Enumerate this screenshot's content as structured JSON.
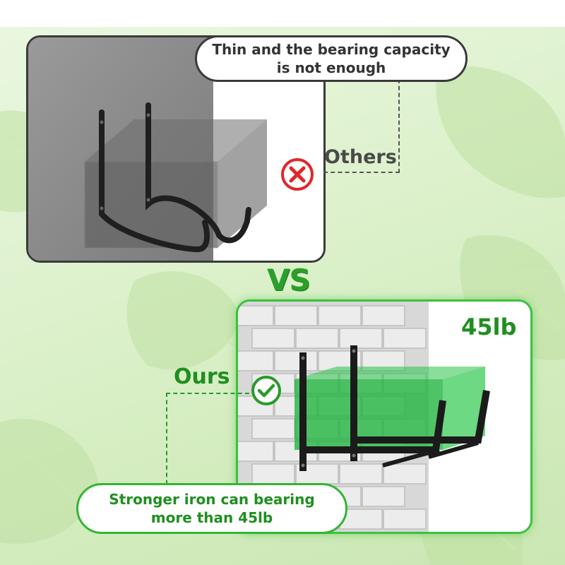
{
  "others": {
    "callout": "Thin and the bearing capacity\nis not enough",
    "label": "Others"
  },
  "versus": "VS",
  "ours": {
    "label": "Ours",
    "weight": "45lb",
    "callout": "Stronger iron can bearing\nmore than 45lb"
  },
  "icons": {
    "others_status": "x-circle-icon",
    "ours_status": "check-circle-icon"
  },
  "colors": {
    "accent_green": "#1f8f1f",
    "error_red": "#e0262b",
    "dark_outline": "#3a3a3a"
  }
}
